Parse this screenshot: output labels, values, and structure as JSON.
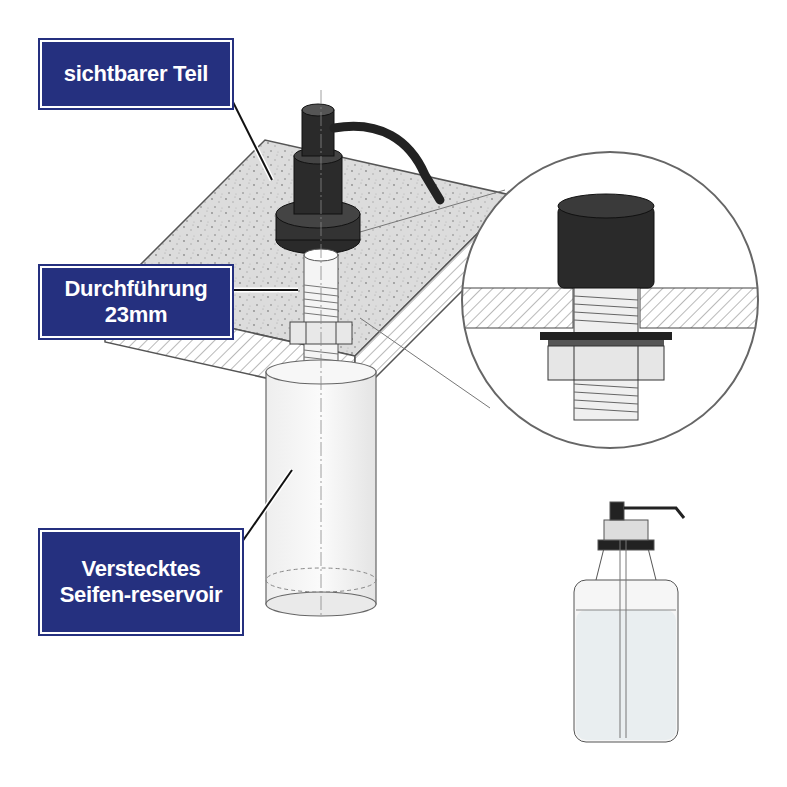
{
  "diagram": {
    "nodes": [
      {
        "text": [
          "sichtbarer Teil"
        ]
      },
      {
        "text": [
          "Durchführung 23mm"
        ]
      },
      {
        "text": [
          "Verstecktes Seifen-reservoir"
        ]
      }
    ]
  }
}
